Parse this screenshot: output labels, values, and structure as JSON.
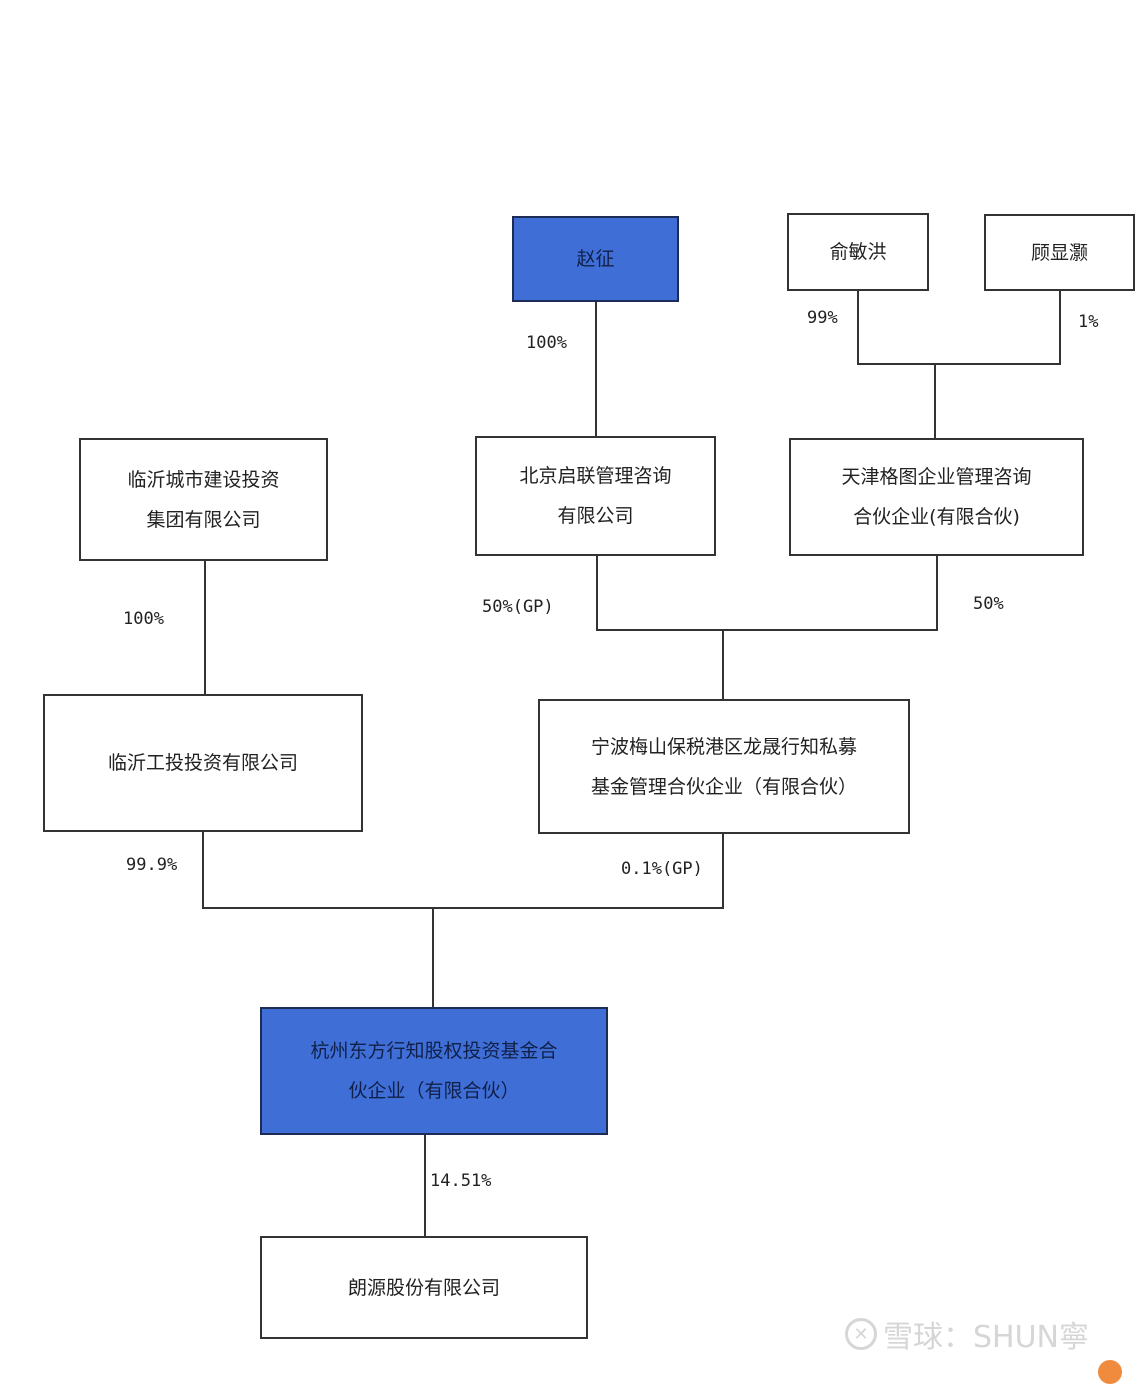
{
  "nodes": {
    "zhao_zheng": {
      "lines": [
        "赵征"
      ],
      "highlight": true
    },
    "yu_minhong": {
      "lines": [
        "俞敏洪"
      ],
      "highlight": false
    },
    "gu_xianhao": {
      "lines": [
        "顾显灏"
      ],
      "highlight": false
    },
    "linyi_urban": {
      "lines": [
        "临沂城市建设投资",
        "集团有限公司"
      ],
      "highlight": false
    },
    "beijing_qilian": {
      "lines": [
        "北京启联管理咨询",
        "有限公司"
      ],
      "highlight": false
    },
    "tianjin_getu": {
      "lines": [
        "天津格图企业管理咨询",
        "合伙企业(有限合伙)"
      ],
      "highlight": false
    },
    "linyi_gongtou": {
      "lines": [
        "临沂工投投资有限公司"
      ],
      "highlight": false
    },
    "ningbo_longsheng": {
      "lines": [
        "宁波梅山保税港区龙晟行知私募",
        "基金管理合伙企业（有限合伙）"
      ],
      "highlight": false
    },
    "hangzhou_fund": {
      "lines": [
        "杭州东方行知股权投资基金合",
        "伙企业（有限合伙）"
      ],
      "highlight": true
    },
    "langyuan": {
      "lines": [
        "朗源股份有限公司"
      ],
      "highlight": false
    }
  },
  "edges": [
    {
      "from": "zhao_zheng",
      "to": "beijing_qilian",
      "label": "100%"
    },
    {
      "from": "yu_minhong",
      "to": "tianjin_getu",
      "label": "99%"
    },
    {
      "from": "gu_xianhao",
      "to": "tianjin_getu",
      "label": "1%"
    },
    {
      "from": "linyi_urban",
      "to": "linyi_gongtou",
      "label": "100%"
    },
    {
      "from": "beijing_qilian",
      "to": "ningbo_longsheng",
      "label": "50%(GP)"
    },
    {
      "from": "tianjin_getu",
      "to": "ningbo_longsheng",
      "label": "50%"
    },
    {
      "from": "linyi_gongtou",
      "to": "hangzhou_fund",
      "label": "99.9%"
    },
    {
      "from": "ningbo_longsheng",
      "to": "hangzhou_fund",
      "label": "0.1%(GP)"
    },
    {
      "from": "hangzhou_fund",
      "to": "langyuan",
      "label": "14.51%"
    }
  ],
  "colors": {
    "highlight": "#3f6fd6",
    "line": "#333333"
  },
  "watermark": {
    "icon": "snowball-logo-icon",
    "text": "雪球：SHUN寧"
  }
}
